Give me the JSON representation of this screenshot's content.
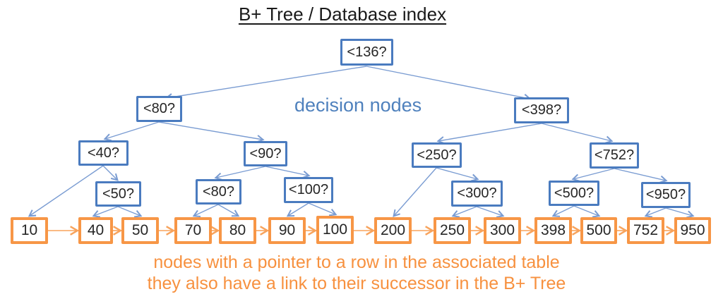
{
  "title": "B+ Tree / Database index",
  "labels": {
    "decision_nodes": "decision nodes",
    "caption_line1": "nodes with a pointer to a row in the associated table",
    "caption_line2": "they also have a link to their successor in the B+ Tree"
  },
  "colors": {
    "decision_border_blue": "#4a7bbf",
    "connector_blue": "#7a9cd2",
    "decision_label_blue": "#4f81bd",
    "leaf_border_orange": "#f79646",
    "leaf_arrow_orange": "#f8a35c",
    "caption_orange": "#f7913f",
    "node_text": "#262626",
    "title_text": "#1a1a1a"
  },
  "decision_nodes": [
    {
      "label": "<136?"
    },
    {
      "label": "<80?"
    },
    {
      "label": "<398?"
    },
    {
      "label": "<40?"
    },
    {
      "label": "<90?"
    },
    {
      "label": "<250?"
    },
    {
      "label": "<752?"
    },
    {
      "label": "<50?"
    },
    {
      "label": "<80?"
    },
    {
      "label": "<100?"
    },
    {
      "label": "<300?"
    },
    {
      "label": "<500?"
    },
    {
      "label": "<950?"
    }
  ],
  "leaf_nodes": [
    {
      "label": "10"
    },
    {
      "label": "40"
    },
    {
      "label": "50"
    },
    {
      "label": "70"
    },
    {
      "label": "80"
    },
    {
      "label": "90"
    },
    {
      "label": "100"
    },
    {
      "label": "200"
    },
    {
      "label": "250"
    },
    {
      "label": "300"
    },
    {
      "label": "398"
    },
    {
      "label": "500"
    },
    {
      "label": "752"
    },
    {
      "label": "950"
    }
  ]
}
